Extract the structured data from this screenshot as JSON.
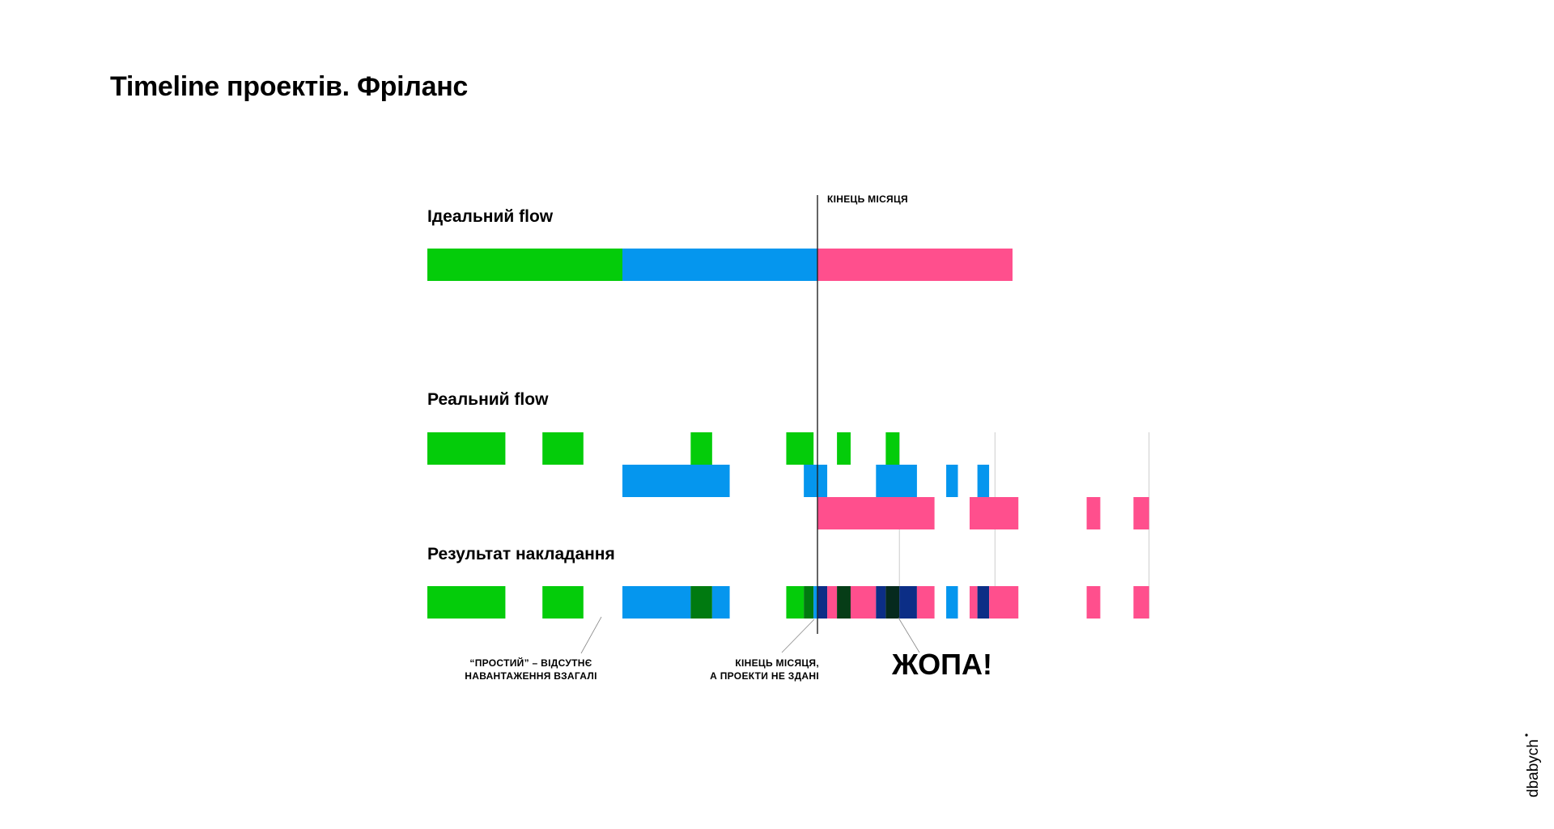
{
  "title": "Timeline проектів. Фріланс",
  "sections": {
    "ideal": "Ідеальний flow",
    "real": "Реальний flow",
    "result": "Результат накладання"
  },
  "month_end_label": "КІНЕЦЬ МІСЯЦЯ",
  "annotations": {
    "idle": [
      "“ПРОСТИЙ” – ВІДСУТНЄ",
      "НАВАНТАЖЕННЯ ВЗАГАЛІ"
    ],
    "month_end": [
      "КІНЕЦЬ МІСЯЦЯ,",
      "А ПРОЕКТИ НЕ ЗДАНІ"
    ],
    "big": "ЖОПА!"
  },
  "logo_text": "dbabych",
  "colors": {
    "green": "#04cc0a",
    "blue": "#0596ee",
    "pink": "#ff4f8d",
    "dark_green": "#007a10",
    "darker_green": "#063d17",
    "navy": "#0c2e86",
    "darkest": "#062a1e"
  },
  "scale": {
    "start": 0,
    "month_end": 20,
    "end": 37
  },
  "timeline": {
    "ideal": [
      {
        "color": "green",
        "start": 0,
        "end": 10
      },
      {
        "color": "blue",
        "start": 10,
        "end": 20
      },
      {
        "color": "pink",
        "start": 20,
        "end": 30
      }
    ],
    "real": {
      "green": [
        [
          0,
          4
        ],
        [
          5.9,
          8
        ],
        [
          13.5,
          14.6
        ],
        [
          18.4,
          19.8
        ],
        [
          21,
          21.7
        ],
        [
          23.5,
          24.2
        ]
      ],
      "blue": [
        [
          10,
          15.5
        ],
        [
          19.3,
          20.5
        ],
        [
          23,
          25.1
        ],
        [
          26.6,
          27.2
        ],
        [
          28.2,
          28.8
        ]
      ],
      "pink": [
        [
          20,
          26
        ],
        [
          27.8,
          30.3
        ],
        [
          33.8,
          34.5
        ],
        [
          36.2,
          37
        ]
      ]
    },
    "result": [
      {
        "color": "green",
        "start": 0,
        "end": 4
      },
      {
        "color": "green",
        "start": 5.9,
        "end": 8
      },
      {
        "color": "blue",
        "start": 10,
        "end": 13.5
      },
      {
        "color": "dark_green",
        "start": 13.5,
        "end": 14.6
      },
      {
        "color": "blue",
        "start": 14.6,
        "end": 15.5
      },
      {
        "color": "green",
        "start": 18.4,
        "end": 19.3
      },
      {
        "color": "dark_green",
        "start": 19.3,
        "end": 19.8
      },
      {
        "color": "blue",
        "start": 19.8,
        "end": 20
      },
      {
        "color": "navy",
        "start": 20,
        "end": 20.5
      },
      {
        "color": "pink",
        "start": 20.5,
        "end": 21
      },
      {
        "color": "darker_green",
        "start": 21,
        "end": 21.7
      },
      {
        "color": "pink",
        "start": 21.7,
        "end": 23
      },
      {
        "color": "navy",
        "start": 23,
        "end": 23.5
      },
      {
        "color": "darkest",
        "start": 23.5,
        "end": 24.2
      },
      {
        "color": "navy",
        "start": 24.2,
        "end": 25.1
      },
      {
        "color": "pink",
        "start": 25.1,
        "end": 26
      },
      {
        "color": "blue",
        "start": 26.6,
        "end": 27.2
      },
      {
        "color": "pink",
        "start": 27.8,
        "end": 28.2
      },
      {
        "color": "navy",
        "start": 28.2,
        "end": 28.8
      },
      {
        "color": "pink",
        "start": 28.8,
        "end": 30.3
      },
      {
        "color": "pink",
        "start": 33.8,
        "end": 34.5
      },
      {
        "color": "pink",
        "start": 36.2,
        "end": 37
      }
    ],
    "guides": [
      24.2,
      29.1,
      37
    ]
  }
}
